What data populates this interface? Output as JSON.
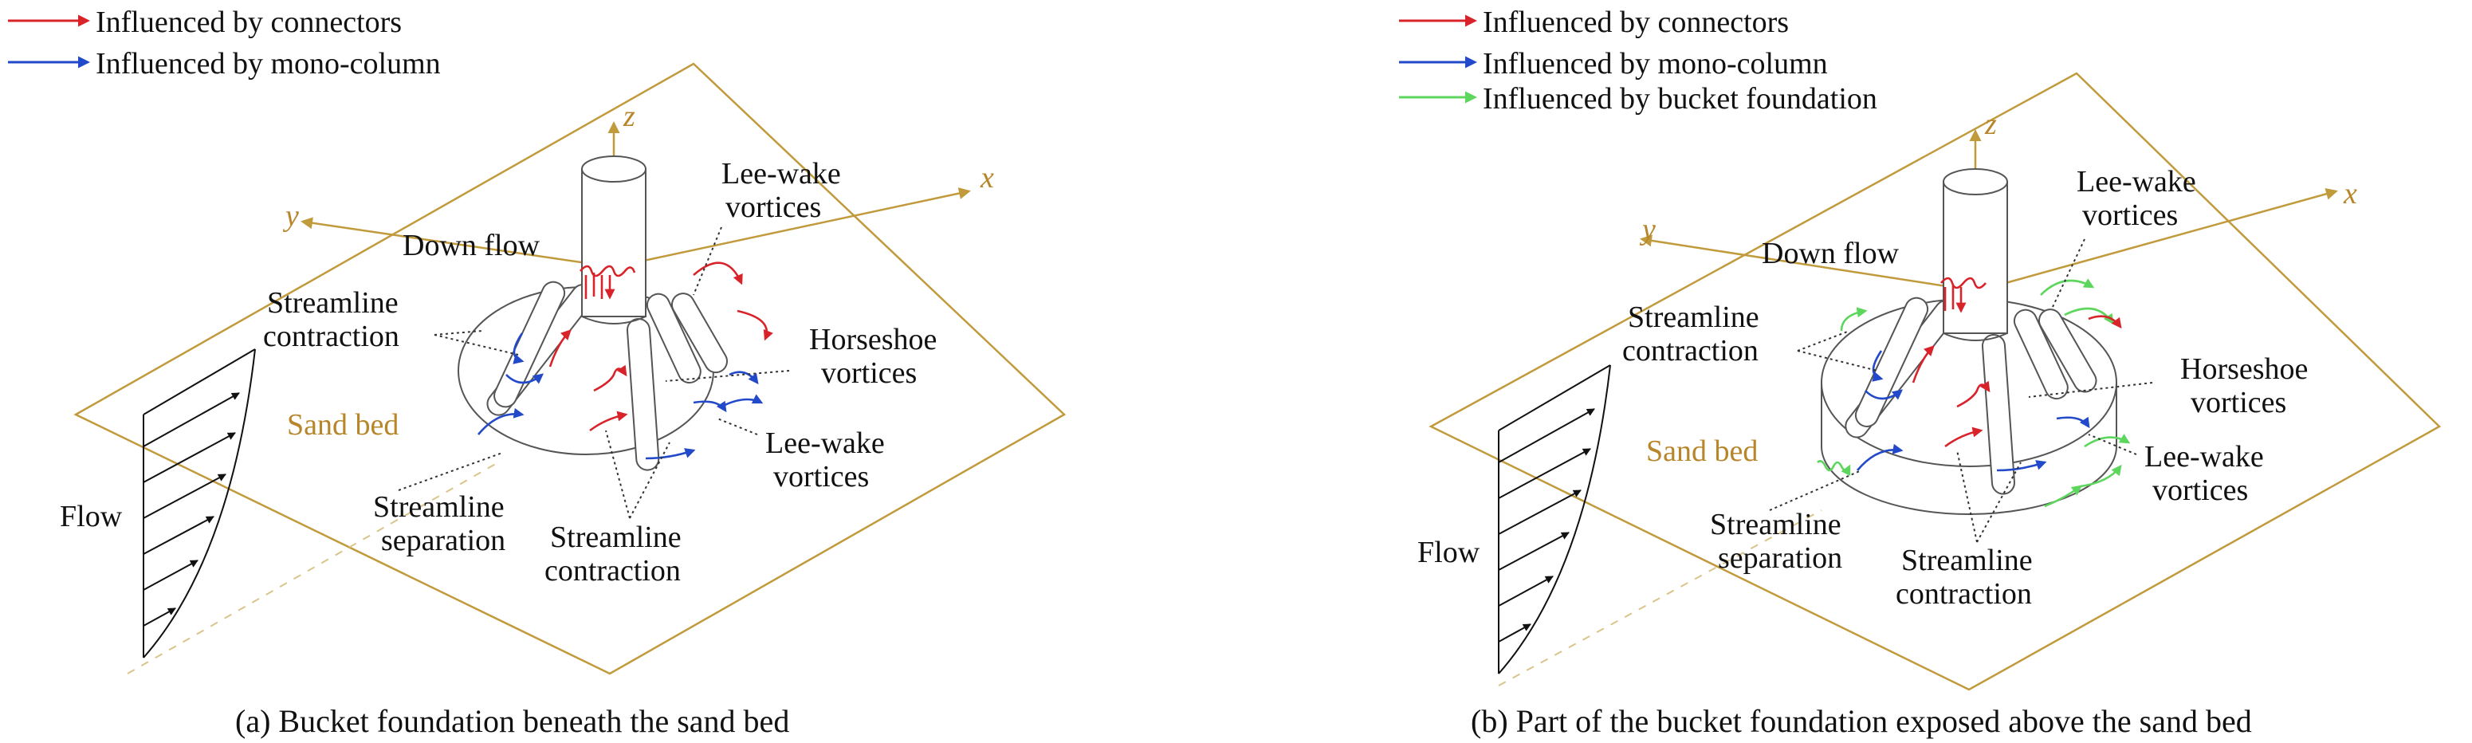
{
  "colors": {
    "connectors": "#d8232a",
    "mono_column": "#2149c9",
    "bucket": "#5cd65c",
    "sand": "#b8862a"
  },
  "panel_a": {
    "legend": [
      "Influenced by connectors",
      "Influenced by mono-column"
    ],
    "axis_z": "z",
    "axis_x": "x",
    "axis_y": "y",
    "labels": {
      "down_flow": "Down flow",
      "lee_wake_top_1": "Lee-wake",
      "lee_wake_top_2": "vortices",
      "streamline_contraction_left_1": "Streamline",
      "streamline_contraction_left_2": "contraction",
      "horseshoe_1": "Horseshoe",
      "horseshoe_2": "vortices",
      "sand_bed": "Sand bed",
      "lee_wake_right_1": "Lee-wake",
      "lee_wake_right_2": "vortices",
      "flow": "Flow",
      "streamline_separation_1": "Streamline",
      "streamline_separation_2": "separation",
      "streamline_contraction_bottom_1": "Streamline",
      "streamline_contraction_bottom_2": "contraction"
    },
    "caption": "(a) Bucket foundation beneath the sand bed"
  },
  "panel_b": {
    "legend": [
      "Influenced by connectors",
      "Influenced by mono-column",
      "Influenced by bucket foundation"
    ],
    "axis_z": "z",
    "axis_x": "x",
    "axis_y": "y",
    "labels": {
      "down_flow": "Down flow",
      "lee_wake_top_1": "Lee-wake",
      "lee_wake_top_2": "vortices",
      "streamline_contraction_left_1": "Streamline",
      "streamline_contraction_left_2": "contraction",
      "horseshoe_1": "Horseshoe",
      "horseshoe_2": "vortices",
      "sand_bed": "Sand bed",
      "lee_wake_right_1": "Lee-wake",
      "lee_wake_right_2": "vortices",
      "flow": "Flow",
      "streamline_separation_1": "Streamline",
      "streamline_separation_2": "separation",
      "streamline_contraction_bottom_1": "Streamline",
      "streamline_contraction_bottom_2": "contraction"
    },
    "caption": "(b) Part of the bucket foundation exposed above the sand bed"
  }
}
